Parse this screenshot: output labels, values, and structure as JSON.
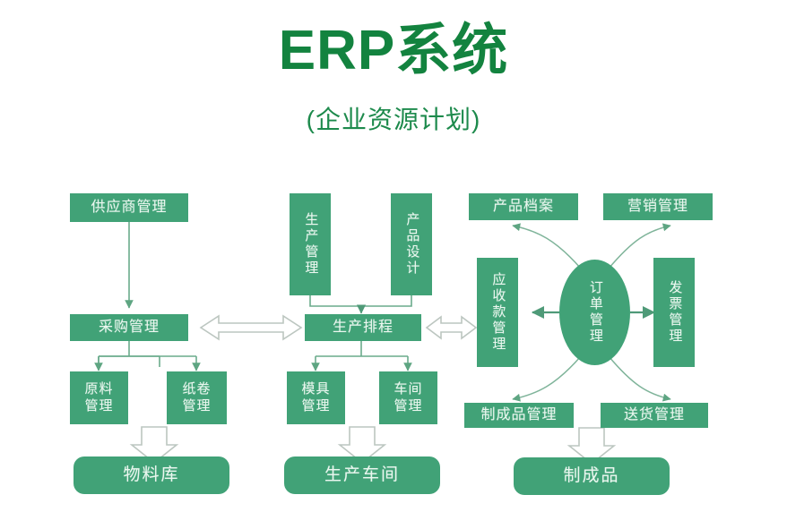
{
  "header": {
    "title": "ERP系统",
    "subtitle": "(企业资源计划)"
  },
  "colors": {
    "node_fill": "#41a277",
    "node_text": "#eaf7ef",
    "title_green": "#13833f",
    "subtitle_green": "#1d8a4c",
    "connector_line": "#6aab8c",
    "hollow_arrow_stroke": "#b9c4bd",
    "background": "#ffffff"
  },
  "diagram": {
    "type": "flowchart",
    "columns": [
      {
        "name": "procurement-column",
        "nodes": [
          {
            "id": "supplier-management",
            "label": "供应商管理",
            "shape": "bar"
          },
          {
            "id": "purchase-management",
            "label": "采购管理",
            "shape": "bar"
          },
          {
            "id": "raw-material-management",
            "label": "原料管理",
            "shape": "box"
          },
          {
            "id": "paper-roll-management",
            "label": "纸卷管理",
            "shape": "box"
          },
          {
            "id": "material-warehouse",
            "label": "物料库",
            "shape": "terminal"
          }
        ]
      },
      {
        "name": "production-column",
        "nodes": [
          {
            "id": "production-management",
            "label": "生产管理",
            "shape": "vertical"
          },
          {
            "id": "product-design",
            "label": "产品设计",
            "shape": "vertical"
          },
          {
            "id": "production-scheduling",
            "label": "生产排程",
            "shape": "bar"
          },
          {
            "id": "mold-management",
            "label": "模具管理",
            "shape": "box"
          },
          {
            "id": "workshop-management",
            "label": "车间管理",
            "shape": "box"
          },
          {
            "id": "production-workshop",
            "label": "生产车间",
            "shape": "terminal"
          }
        ]
      },
      {
        "name": "order-column",
        "nodes": [
          {
            "id": "product-archive",
            "label": "产品档案",
            "shape": "bar"
          },
          {
            "id": "marketing-management",
            "label": "营销管理",
            "shape": "bar"
          },
          {
            "id": "receivables-management",
            "label": "应收款管理",
            "shape": "vertical"
          },
          {
            "id": "order-management",
            "label": "订单管理",
            "shape": "ellipse"
          },
          {
            "id": "invoice-management",
            "label": "发票管理",
            "shape": "vertical"
          },
          {
            "id": "finished-goods-management",
            "label": "制成品管理",
            "shape": "bar"
          },
          {
            "id": "delivery-management",
            "label": "送货管理",
            "shape": "bar"
          },
          {
            "id": "finished-goods",
            "label": "制成品",
            "shape": "terminal"
          }
        ]
      }
    ],
    "connectors": [
      {
        "from": "supplier-management",
        "to": "purchase-management",
        "style": "solid-arrow"
      },
      {
        "from": "purchase-management",
        "to": "raw-material-management",
        "style": "solid-arrow"
      },
      {
        "from": "purchase-management",
        "to": "paper-roll-management",
        "style": "solid-arrow"
      },
      {
        "from": "raw-material-management",
        "to": "material-warehouse",
        "style": "hollow-arrow"
      },
      {
        "from": "production-management",
        "to": "production-scheduling",
        "style": "solid-arrow"
      },
      {
        "from": "product-design",
        "to": "production-scheduling",
        "style": "solid-arrow"
      },
      {
        "from": "production-scheduling",
        "to": "mold-management",
        "style": "solid-arrow"
      },
      {
        "from": "production-scheduling",
        "to": "workshop-management",
        "style": "solid-arrow"
      },
      {
        "from": "mold-management",
        "to": "production-workshop",
        "style": "hollow-arrow"
      },
      {
        "from": "purchase-management",
        "to": "production-scheduling",
        "style": "hollow-double-arrow"
      },
      {
        "from": "production-scheduling",
        "to": "receivables-management",
        "style": "hollow-double-arrow"
      },
      {
        "from": "order-management",
        "to": "product-archive",
        "style": "curved-arrow"
      },
      {
        "from": "order-management",
        "to": "marketing-management",
        "style": "curved-arrow"
      },
      {
        "from": "order-management",
        "to": "receivables-management",
        "style": "solid-arrow"
      },
      {
        "from": "order-management",
        "to": "invoice-management",
        "style": "solid-arrow"
      },
      {
        "from": "order-management",
        "to": "finished-goods-management",
        "style": "curved-arrow"
      },
      {
        "from": "order-management",
        "to": "delivery-management",
        "style": "curved-arrow"
      },
      {
        "from": "finished-goods-management",
        "to": "finished-goods",
        "style": "hollow-arrow"
      }
    ]
  }
}
